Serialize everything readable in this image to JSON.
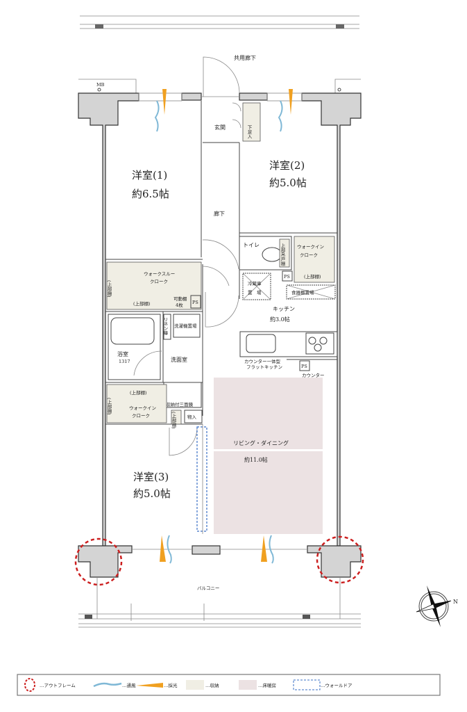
{
  "labels": {
    "common_corridor": "共用廊下",
    "mb": "MB",
    "genkan": "玄関",
    "shoe_storage": "下足入",
    "room1_name": "洋室(1)",
    "room1_size": "約6.5帖",
    "room2_name": "洋室(2)",
    "room2_size": "約5.0帖",
    "hallway": "廊下",
    "toilet": "トイレ",
    "toilet_cabinet": "上部吊戸棚",
    "wic_upper": "ウォークイン",
    "wic_upper2": "クローク",
    "upper_shelf": "(上部棚)",
    "fridge": "冷蔵庫",
    "fridge2": "置　場",
    "ps": "PS",
    "dish_cabinet": "食器棚置場",
    "kitchen_name": "キッチン",
    "kitchen_size": "約3.0帖",
    "walkthrough": "ウォークスルー",
    "walkthrough2": "クローク",
    "movable_shelf": "可動棚",
    "movable_shelf2": "4枚",
    "linen": "リネン庫",
    "washer": "洗濯機置場",
    "bath": "浴室",
    "bath_size": "1317",
    "washroom": "洗面室",
    "vanity_storage": "収納付三面鏡",
    "wic_lower": "ウォークイン",
    "wic_lower2": "クローク",
    "storage_small": "物入",
    "counter_kitchen": "カウンター一体型",
    "counter_kitchen2": "フラットキッチン",
    "counter": "カウンター",
    "ld_name": "リビング・ダイニング",
    "ld_size": "約11.0帖",
    "room3_name": "洋室(3)",
    "room3_size": "約5.0帖",
    "balcony": "バルコニー",
    "north": "N"
  },
  "legend": [
    {
      "label": "…アウトフレーム",
      "icon": "red-dashed-circle"
    },
    {
      "label": "…通風",
      "icon": "blue-wave"
    },
    {
      "label": "…採光",
      "icon": "orange-wedge"
    },
    {
      "label": "…収納",
      "icon": "beige-swatch"
    },
    {
      "label": "…床暖房",
      "icon": "pink-swatch"
    },
    {
      "label": "…ウォールドア",
      "icon": "blue-dashed-rect"
    }
  ],
  "colors": {
    "outframe": "#cc1f1f",
    "ventilation": "#7fb8d6",
    "daylight": "#f0a020",
    "storage": "#f0eee4",
    "floor_heating": "#ece2e3",
    "wall_door": "#3a6fc4"
  }
}
